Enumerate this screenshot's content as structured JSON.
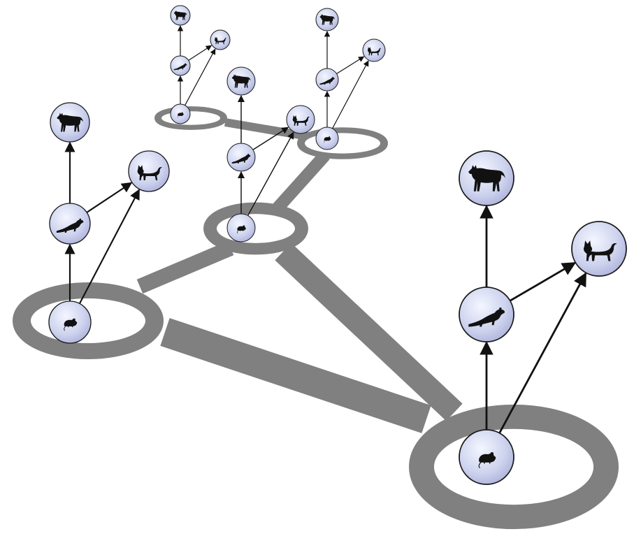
{
  "diagram": {
    "type": "network-of-food-webs",
    "colors": {
      "background": "#ffffff",
      "patch_ring": "#808080",
      "corridor": "#808080",
      "node_light": "#f4f6ff",
      "node_mid": "#cdd3ee",
      "node_dark": "#a8acd8",
      "node_stroke": "#1a1a1a",
      "arrow": "#111111",
      "silhouette": "#111111"
    },
    "patches": [
      {
        "id": "front",
        "label": ""
      },
      {
        "id": "left",
        "label": ""
      },
      {
        "id": "center",
        "label": ""
      },
      {
        "id": "far-right",
        "label": ""
      },
      {
        "id": "far-left",
        "label": ""
      }
    ],
    "species": [
      {
        "id": "prey",
        "icon": "mouse-icon"
      },
      {
        "id": "mesopredator",
        "icon": "weasel-icon"
      },
      {
        "id": "cat",
        "icon": "cat-icon"
      },
      {
        "id": "top-predator",
        "icon": "wolf-icon"
      }
    ],
    "food_web_links": [
      {
        "from": "prey",
        "to": "mesopredator"
      },
      {
        "from": "prey",
        "to": "cat"
      },
      {
        "from": "mesopredator",
        "to": "top-predator"
      },
      {
        "from": "mesopredator",
        "to": "cat"
      }
    ]
  }
}
